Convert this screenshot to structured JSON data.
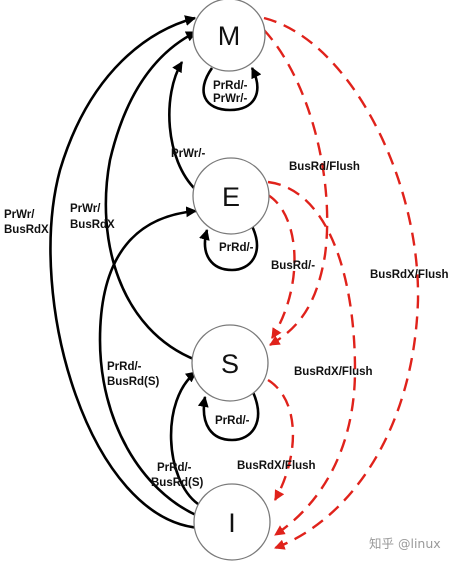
{
  "diagram": {
    "states": {
      "m": "M",
      "e": "E",
      "s": "S",
      "i": "I"
    },
    "transitions": {
      "m_self": [
        "PrRd/-",
        "PrWr/-"
      ],
      "e_self": "PrRd/-",
      "s_self": "PrRd/-",
      "e_to_m": "PrWr/-",
      "s_to_m": [
        "PrWr/",
        "BusRdX"
      ],
      "i_to_m": [
        "PrWr/",
        "BusRdX"
      ],
      "i_to_e": [
        "PrRd/-",
        "BusRd(S)"
      ],
      "i_to_s": [
        "PrRd/-",
        "BusRd(S)"
      ],
      "m_to_s": "BusRd/Flush",
      "e_to_s": "BusRd/-",
      "m_to_i": "BusRdX/Flush",
      "e_to_i": "BusRdX/Flush",
      "s_to_i": "BusRdX/Flush"
    },
    "colors": {
      "processor_edge": "#000000",
      "bus_edge": "#e0221b"
    }
  },
  "watermark": "知乎 @linux"
}
